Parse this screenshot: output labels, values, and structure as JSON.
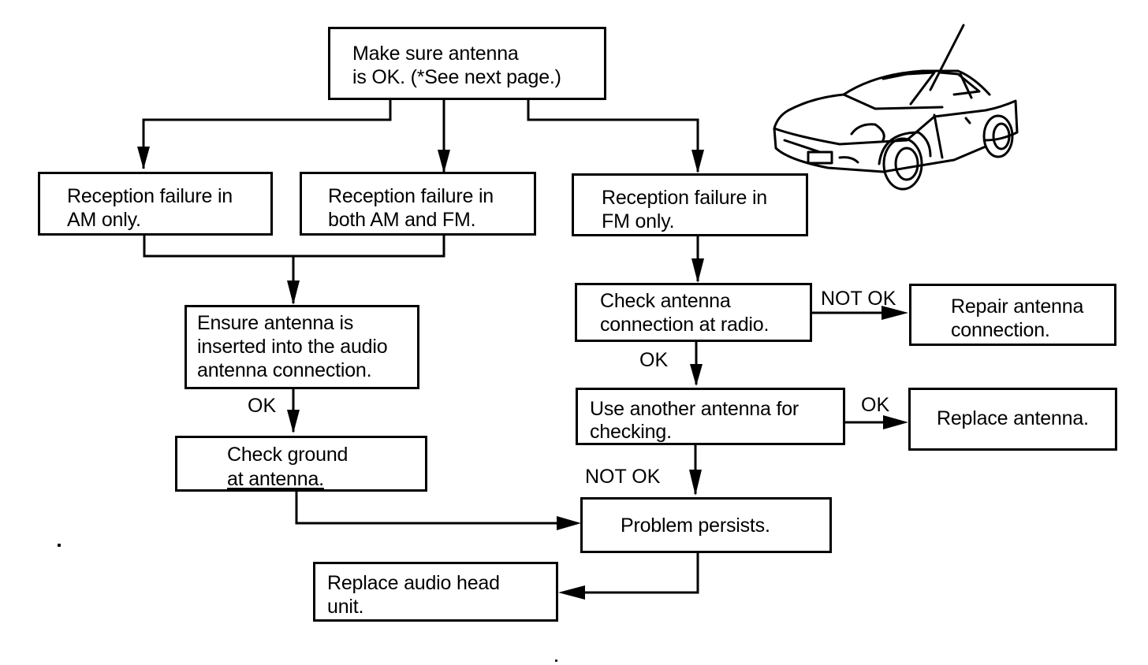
{
  "diagram": {
    "type": "troubleshooting-flowchart",
    "nodes": {
      "start": {
        "lines": [
          "Make sure antenna",
          "is OK. (*See next page.)"
        ]
      },
      "am_only": {
        "lines": [
          "Reception failure in",
          "AM only."
        ]
      },
      "am_fm": {
        "lines": [
          "Reception failure in",
          "both AM and FM."
        ]
      },
      "fm_only": {
        "lines": [
          "Reception failure in",
          "FM only."
        ]
      },
      "ensure_inserted": {
        "lines": [
          "Ensure antenna is",
          "inserted into the audio",
          "antenna connection."
        ]
      },
      "check_ground": {
        "lines": [
          "Check ground",
          "at antenna."
        ]
      },
      "check_conn_radio": {
        "lines": [
          "Check antenna",
          "connection at radio."
        ]
      },
      "repair_conn": {
        "lines": [
          "Repair antenna",
          "connection."
        ]
      },
      "use_another": {
        "lines": [
          "Use another antenna for",
          "checking."
        ]
      },
      "replace_antenna": {
        "lines": [
          "Replace antenna."
        ]
      },
      "problem_persists": {
        "lines": [
          "Problem persists."
        ]
      },
      "replace_head": {
        "lines": [
          "Replace audio head",
          "unit."
        ]
      }
    },
    "edge_labels": {
      "ensure_ok": "OK",
      "radio_not_ok": "NOT OK",
      "radio_ok": "OK",
      "another_ok": "OK",
      "another_not_ok": "NOT OK"
    },
    "edges": [
      {
        "from": "start",
        "to": "am_only"
      },
      {
        "from": "start",
        "to": "am_fm"
      },
      {
        "from": "start",
        "to": "fm_only"
      },
      {
        "from": "am_only",
        "to": "ensure_inserted"
      },
      {
        "from": "am_fm",
        "to": "ensure_inserted"
      },
      {
        "from": "ensure_inserted",
        "to": "check_ground",
        "label": "OK"
      },
      {
        "from": "check_ground",
        "to": "problem_persists"
      },
      {
        "from": "fm_only",
        "to": "check_conn_radio"
      },
      {
        "from": "check_conn_radio",
        "to": "repair_conn",
        "label": "NOT OK"
      },
      {
        "from": "check_conn_radio",
        "to": "use_another",
        "label": "OK"
      },
      {
        "from": "use_another",
        "to": "replace_antenna",
        "label": "OK"
      },
      {
        "from": "use_another",
        "to": "problem_persists",
        "label": "NOT OK"
      },
      {
        "from": "problem_persists",
        "to": "replace_head"
      }
    ],
    "illustration": "car-with-antenna-icon"
  }
}
